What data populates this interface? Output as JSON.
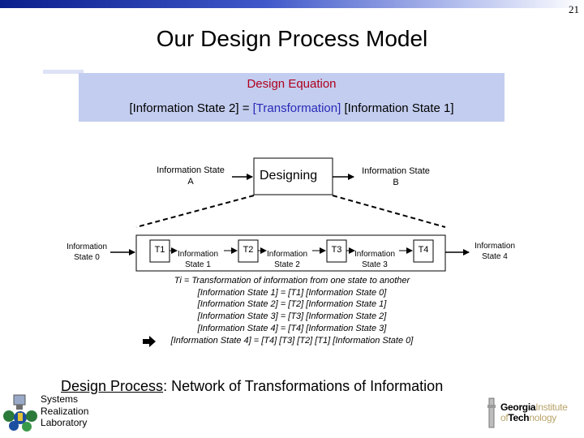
{
  "page_number": "21",
  "title": "Our Design Process Model",
  "equation": {
    "heading": "Design Equation",
    "left": "[Information State 2] = ",
    "middle": "[Transformation]",
    "right": " [Information State 1]"
  },
  "top_row": {
    "state_a_line1": "Information State",
    "state_a_line2": "A",
    "designing": "Designing",
    "state_b_line1": "Information State",
    "state_b_line2": "B"
  },
  "detail_row": {
    "state0_line1": "Information",
    "state0_line2": "State 0",
    "state4_line1": "Information",
    "state4_line2": "State 4",
    "t1": "T1",
    "t2": "T2",
    "t3": "T3",
    "t4": "T4",
    "s1_line1": "Information",
    "s1_line2": "State 1",
    "s2_line1": "Information",
    "s2_line2": "State 2",
    "s3_line1": "Information",
    "s3_line2": "State 3"
  },
  "notes": [
    "Ti = Transformation of information from one state to another",
    "[Information State 1] = [T1] [Information State 0]",
    "[Information State 2] = [T2] [Information State 1]",
    "[Information State 3] = [T3] [Information State 2]",
    "[Information State 4] = [T4] [Information State 3]",
    "[Information State 4] = [T4] [T3] [T2] [T1] [Information State 0]"
  ],
  "footer": {
    "underlined": "Design Process",
    "rest": ": Network of Transformations of Information"
  },
  "lab": {
    "line1_initial": "S",
    "line1_rest": "ystems",
    "line2_initial": "R",
    "line2_rest": "ealization",
    "line3_initial": "L",
    "line3_rest": "aboratory"
  },
  "gt_logo": {
    "word1a": "Georgia",
    "word1b": "Institute",
    "word2a": "of",
    "word2b": "Tech",
    "word2c": "nology"
  },
  "colors": {
    "equation_box": "#c3cdef",
    "heading_red": "#b0001e",
    "transformation_blue": "#2a2ab8",
    "top_bar": "#0b1f8c"
  },
  "icons": [
    "arrow-bullet-icon",
    "srl-logo-icon",
    "georgia-tech-logo"
  ]
}
